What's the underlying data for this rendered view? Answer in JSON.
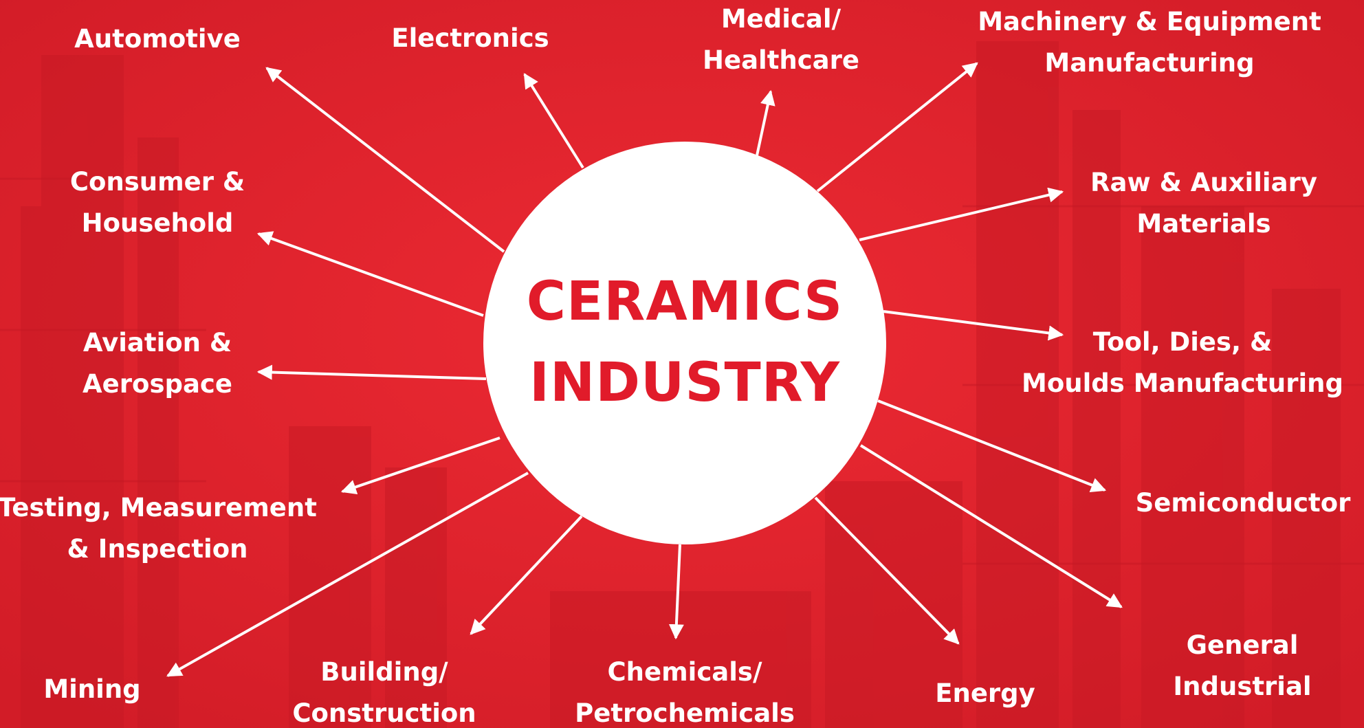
{
  "colors": {
    "background": "#e0222d",
    "circle": "#ffffff",
    "title": "#e11b2a",
    "label": "#ffffff",
    "arrow": "#ffffff"
  },
  "center": {
    "line1": "CERAMICS",
    "line2": "INDUSTRY"
  },
  "industries": [
    {
      "id": "automotive",
      "lines": [
        "Automotive"
      ]
    },
    {
      "id": "electronics",
      "lines": [
        "Electronics"
      ]
    },
    {
      "id": "medical-healthcare",
      "lines": [
        "Medical/",
        "Healthcare"
      ]
    },
    {
      "id": "machinery-equipment-manufacturing",
      "lines": [
        "Machinery & Equipment",
        "Manufacturing"
      ]
    },
    {
      "id": "consumer-household",
      "lines": [
        "Consumer &",
        "Household"
      ]
    },
    {
      "id": "raw-auxiliary-materials",
      "lines": [
        "Raw & Auxiliary",
        "Materials"
      ]
    },
    {
      "id": "aviation-aerospace",
      "lines": [
        "Aviation &",
        "Aerospace"
      ]
    },
    {
      "id": "tool-dies-moulds-manufacturing",
      "lines": [
        "Tool, Dies, &",
        "Moulds Manufacturing"
      ]
    },
    {
      "id": "testing-measurement-inspection",
      "lines": [
        "Testing, Measurement",
        "& Inspection"
      ]
    },
    {
      "id": "semiconductor",
      "lines": [
        "Semiconductor"
      ]
    },
    {
      "id": "mining",
      "lines": [
        "Mining"
      ]
    },
    {
      "id": "building-construction",
      "lines": [
        "Building/",
        "Construction"
      ]
    },
    {
      "id": "chemicals-petrochemicals",
      "lines": [
        "Chemicals/",
        "Petrochemicals"
      ]
    },
    {
      "id": "energy",
      "lines": [
        "Energy"
      ]
    },
    {
      "id": "general-industrial",
      "lines": [
        "General",
        "Industrial"
      ]
    }
  ]
}
